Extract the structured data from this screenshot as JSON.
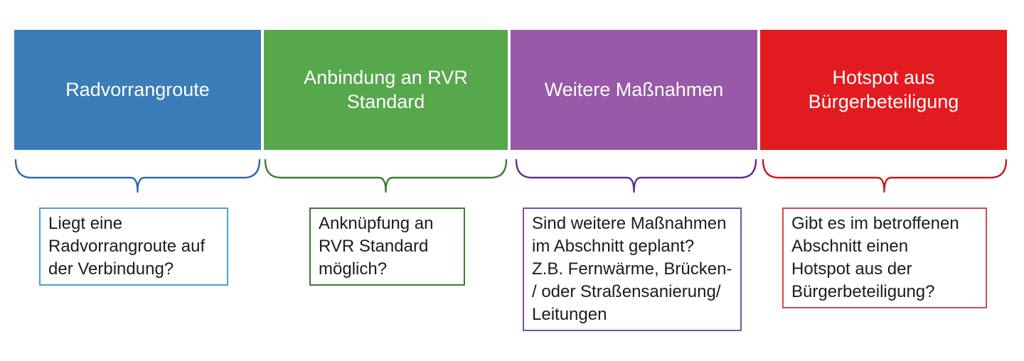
{
  "diagram": {
    "type": "category-flow-diagram",
    "columns": [
      {
        "id": "radvorrangroute",
        "header": "Radvorrangroute",
        "question": "Liegt eine\nRadvorrangroute auf\nder Verbindung?",
        "colors": {
          "fill": "#3a7db8",
          "brace": "#2b6ba8",
          "question_border": "#4aa0d5"
        }
      },
      {
        "id": "anbindung-rvr-standard",
        "header": "Anbindung an RVR Standard",
        "question": "Anknüpfung an\nRVR Standard\nmöglich?",
        "colors": {
          "fill": "#57a84c",
          "brace": "#3f7d36",
          "question_border": "#3c7a33"
        }
      },
      {
        "id": "weitere-massnahmen",
        "header": "Weitere Maßnahmen",
        "question": "Sind weitere Maßnahmen\nim Abschnitt geplant?\nZ.B. Fernwärme, Brücken-\n/ oder Straßensanierung/\nLeitungen",
        "colors": {
          "fill": "#9859a8",
          "brace": "#5f2e91",
          "question_border": "#7b52a1"
        }
      },
      {
        "id": "hotspot-buergerbeteiligung",
        "header": "Hotspot aus\nBürgerbeteiligung",
        "question": "Gibt es im betroffenen\nAbschnitt einen\nHotspot aus der\nBürgerbeteiligung?",
        "colors": {
          "fill": "#e21b20",
          "brace": "#c9161d",
          "question_border": "#cf4b50"
        }
      }
    ]
  }
}
